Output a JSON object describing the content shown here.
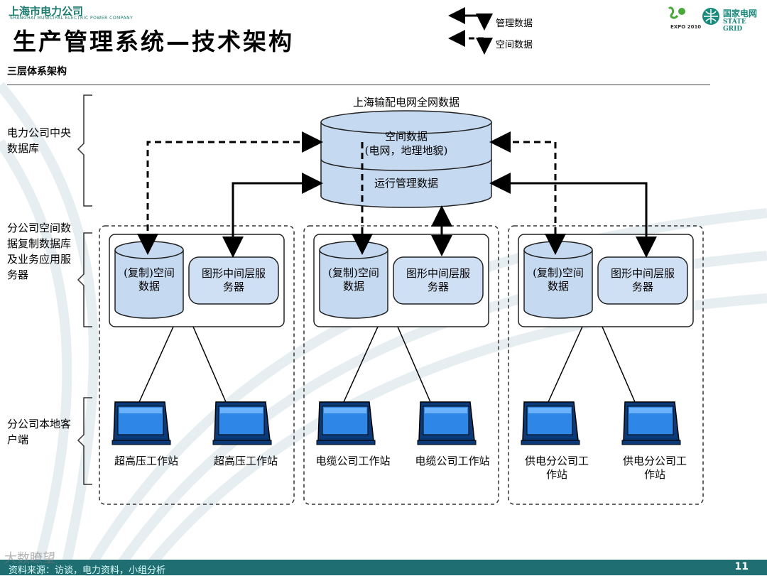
{
  "header": {
    "company_name": "上海市电力公司",
    "company_name_en": "SHANGHAI MUNICIPAL ELECTRIC POWER COMPANY",
    "title": "生产管理系统—技术架构",
    "subtitle": "三层体系架构"
  },
  "legend": {
    "management": "管理数据",
    "spatial": "空间数据"
  },
  "logos": {
    "expo": "EXPO 2010",
    "state_grid_cn": "国家电网",
    "state_grid_en": "STATE GRID"
  },
  "rows": {
    "central_db": "电力公司中央数据库",
    "branch_servers": "分公司空间数据复制数据库及业务应用服务器",
    "local_clients": "分公司本地客户端"
  },
  "central_db": {
    "top_label": "上海输配电网全网数据",
    "spatial_line1": "空间数据",
    "spatial_line2": "(电网，地理地貌)",
    "operations": "运行管理数据"
  },
  "branches": [
    {
      "replica_db": "(复制)空间数据",
      "middle_tier": "图形中间层服务器",
      "stations": [
        "超高压工作站",
        "超高压工作站"
      ]
    },
    {
      "replica_db": "(复制)空间数据",
      "middle_tier": "图形中间层服务器",
      "stations": [
        "电缆公司工作站",
        "电缆公司工作站"
      ]
    },
    {
      "replica_db": "(复制)空间数据",
      "middle_tier": "图形中间层服务器",
      "stations": [
        "供电分公司工作站",
        "供电分公司工作站"
      ]
    }
  ],
  "footer": {
    "source": "资料来源：访谈，电力资料，小组分析",
    "page_number": "11",
    "watermark": "大数瞭望"
  },
  "colors": {
    "db_fill": "#c5d9f1",
    "server_fill": "#cfe0f4",
    "monitor_blue": "#1f73d6",
    "footer_teal": "#1f6f72"
  }
}
